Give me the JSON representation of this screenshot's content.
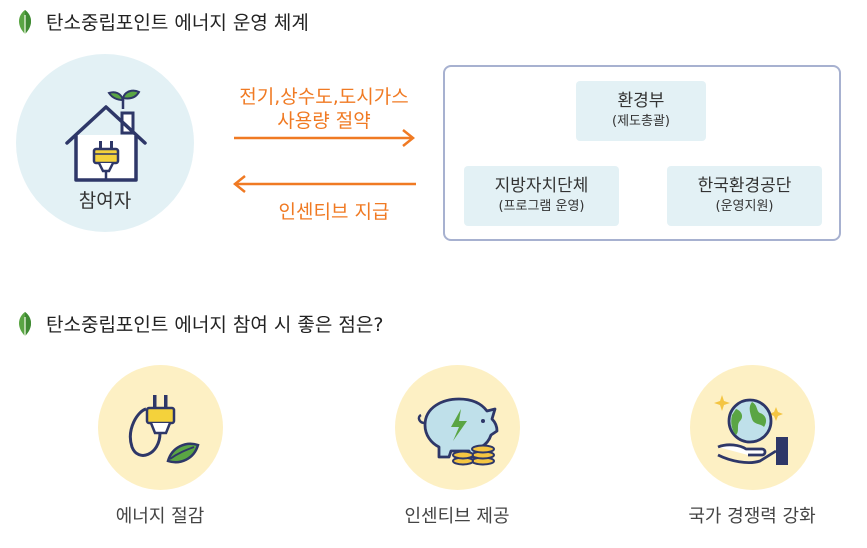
{
  "section1": {
    "title": "탄소중립포인트 에너지 운영 체계"
  },
  "participant": {
    "label": "참여자"
  },
  "flow": {
    "to_right": [
      "전기,상수도,도시가스",
      "사용량 절약"
    ],
    "to_left": "인센티브 지급"
  },
  "organizations": [
    {
      "name": "환경부",
      "role": "(제도총괄)"
    },
    {
      "name": "지방자치단체",
      "role": "(프로그램 운영)"
    },
    {
      "name": "한국환경공단",
      "role": "(운영지원)"
    }
  ],
  "section2": {
    "title": "탄소중립포인트 에너지 참여 시 좋은 점은?"
  },
  "benefits": [
    {
      "label": "에너지 절감",
      "icon": "plug-leaf-icon"
    },
    {
      "label": "인센티브 제공",
      "icon": "piggy-bank-icon"
    },
    {
      "label": "국가 경쟁력 강화",
      "icon": "globe-hand-icon"
    }
  ],
  "colors": {
    "accent": "#f07a23",
    "circle_blue": "#e3f1f5",
    "circle_yellow": "#fdf0c4",
    "navy": "#2e3768",
    "leaf": "#5aa544"
  }
}
